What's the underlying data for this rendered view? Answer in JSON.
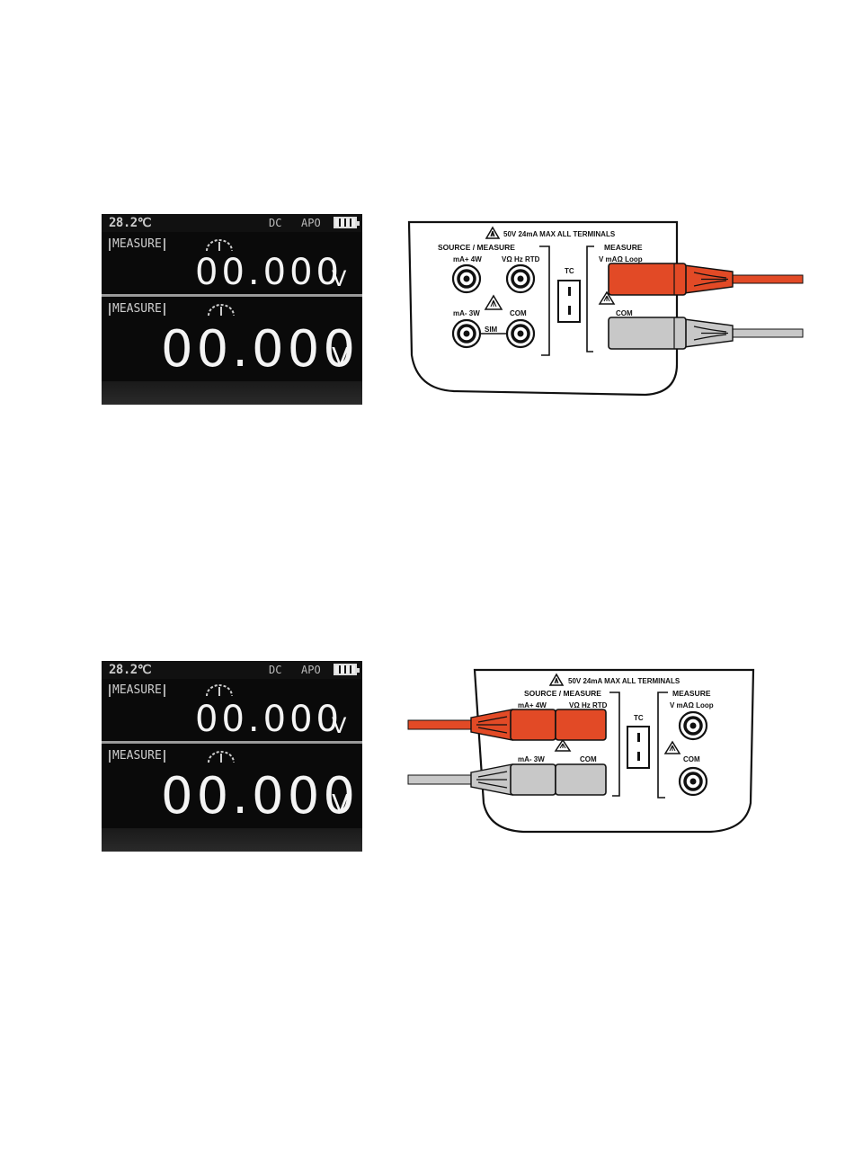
{
  "displays": [
    {
      "temperature": "28.2℃",
      "dc": "DC",
      "apo": "APO",
      "upper": {
        "label": "MEASURE",
        "value": "00.000",
        "unit": "V"
      },
      "lower": {
        "label": "MEASURE",
        "value": "00.000",
        "unit": "V"
      }
    },
    {
      "temperature": "28.2℃",
      "dc": "DC",
      "apo": "APO",
      "upper": {
        "label": "MEASURE",
        "value": "00.000",
        "unit": "V"
      },
      "lower": {
        "label": "MEASURE",
        "value": "00.000",
        "unit": "V"
      }
    }
  ],
  "panels": [
    {
      "warning": "50V 24mA MAX ALL TERMINALS",
      "source_measure": "SOURCE / MEASURE",
      "ma_plus_4w": "mA+ 4W",
      "v_ohm_hz_rtd": "VΩ Hz RTD",
      "ma_minus_3w": "mA-  3W",
      "com": "COM",
      "sim": "SIM",
      "tc": "TC",
      "measure": "MEASURE",
      "v_ma_ohm_loop": "V mAΩ Loop",
      "measure_com": "COM"
    },
    {
      "warning": "50V 24mA MAX ALL TERMINALS",
      "source_measure": "SOURCE / MEASURE",
      "ma_plus_4w": "mA+ 4W",
      "v_ohm_hz_rtd": "VΩ Hz RTD",
      "ma_minus_3w": "mA-  3W",
      "com": "COM",
      "tc": "TC",
      "measure": "MEASURE",
      "v_ma_ohm_loop": "V mAΩ Loop",
      "measure_com": "COM"
    }
  ],
  "colors": {
    "red_lead": "#e24a26",
    "gray_lead": "#c8c8c8",
    "lcd_bg": "#0a0a0a"
  }
}
